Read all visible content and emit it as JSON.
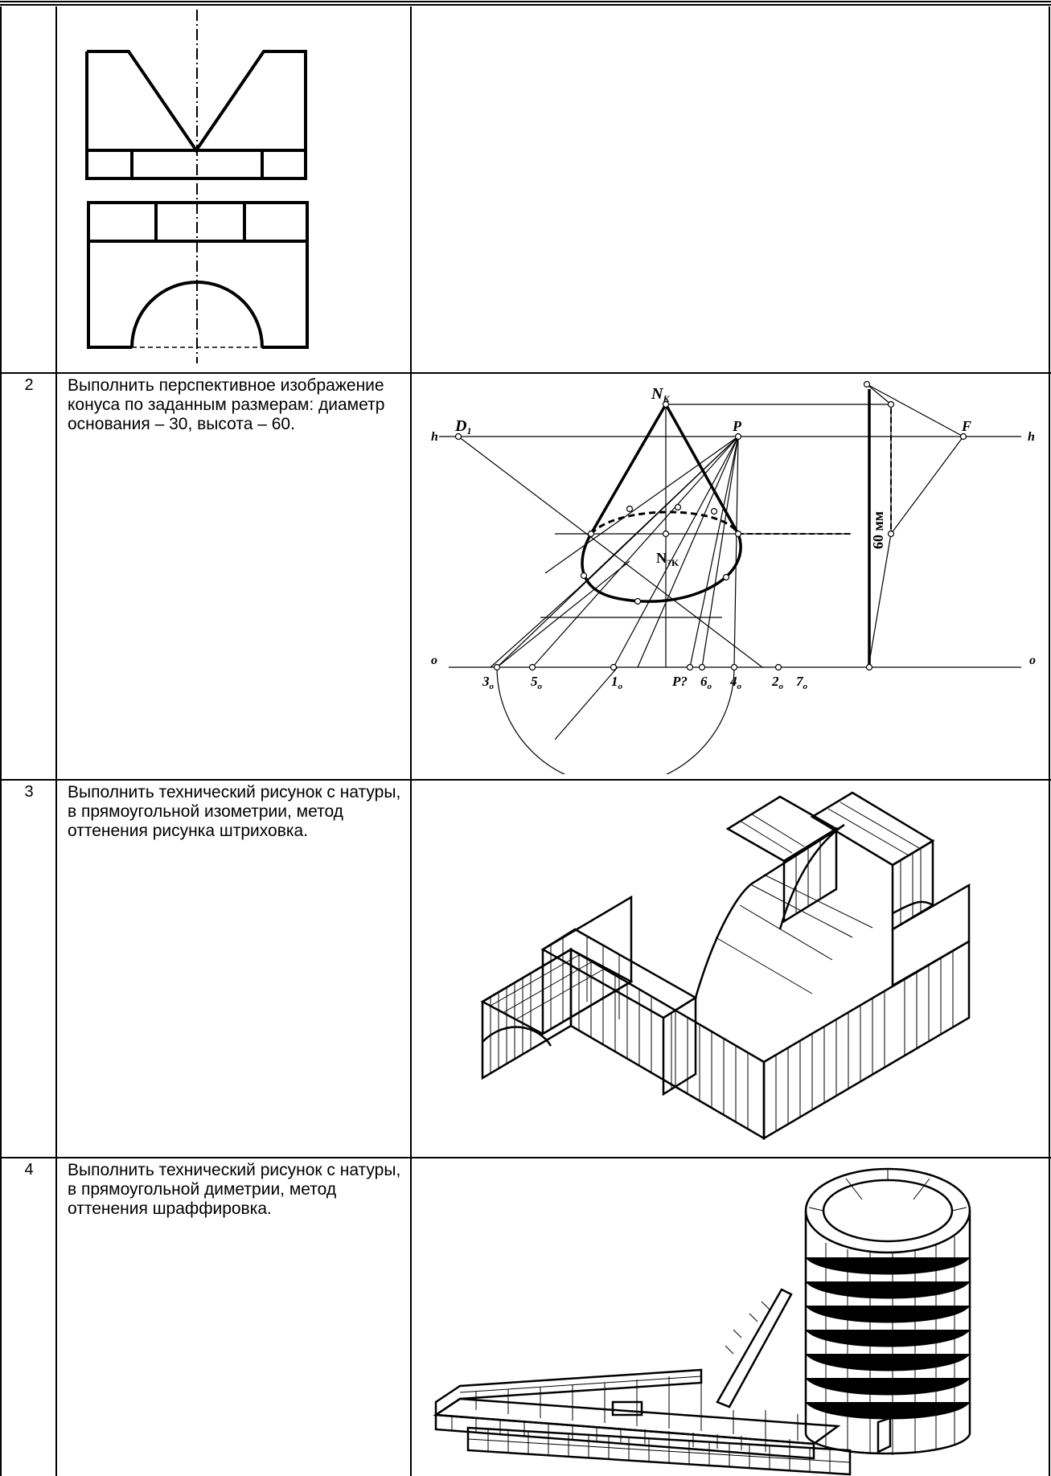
{
  "rows": [
    {
      "number": "",
      "text": ""
    },
    {
      "number": "2",
      "text": "Выполнить перспективное изображение конуса по заданным размерам: диаметр основания – 30, высота – 60."
    },
    {
      "number": "3",
      "text": "Выполнить технический рисунок с натуры, в прямоугольной изометрии, метод оттенения рисунка штриховка."
    },
    {
      "number": "4",
      "text": "Выполнить технический рисунок с натуры, в прямоугольной диметрии, метод оттенения шраффировка."
    }
  ],
  "cone_figure": {
    "h": "h",
    "h_right": "h",
    "o": "o",
    "o_right": "o",
    "D1": "D",
    "D1_sub": "1",
    "NK": "N",
    "NK_sub": "K",
    "P": "P",
    "F": "F",
    "NK2": "N",
    "NK2_sub": "?K",
    "dimension": "60 мм",
    "l3": "3",
    "l5": "5",
    "l1": "1",
    "lP": "P?",
    "l6": "6",
    "l4": "4",
    "l2": "2",
    "l7": "7",
    "sub_o": "o"
  }
}
